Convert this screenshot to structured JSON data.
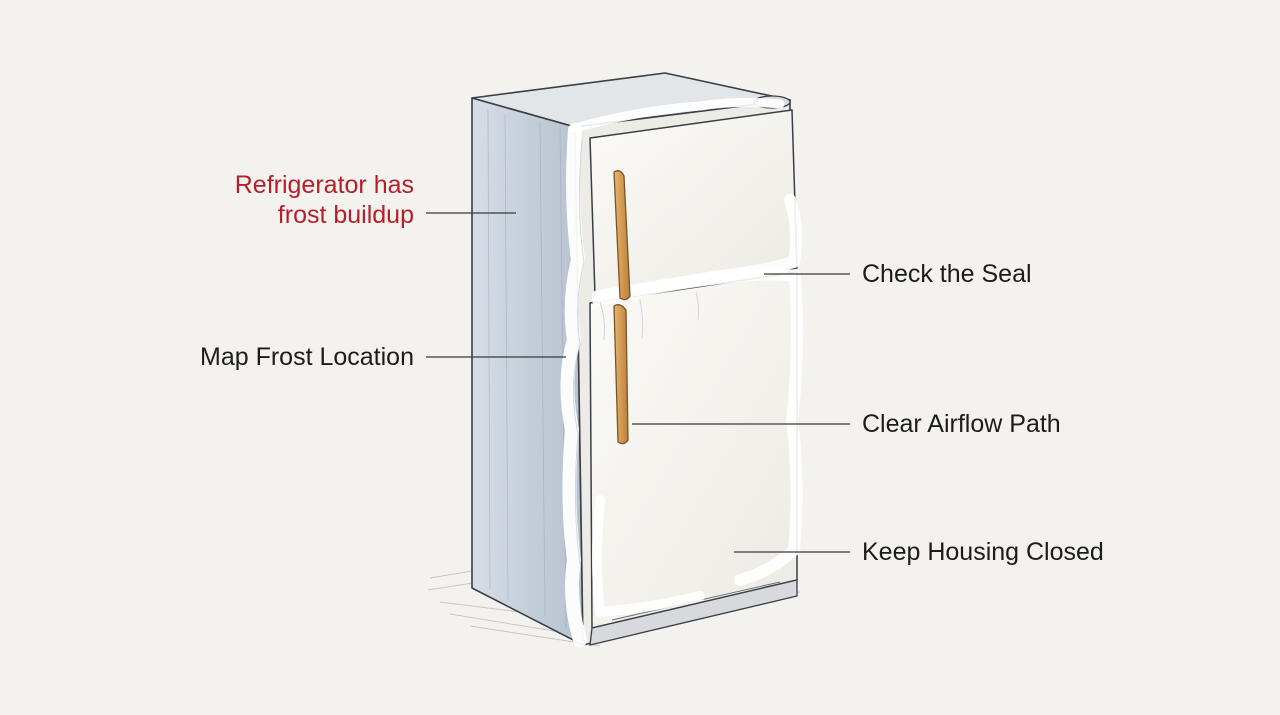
{
  "diagram": {
    "problem": {
      "lines": [
        "Refrigerator has",
        "frost buildup"
      ],
      "color": "#b3202a"
    },
    "callouts": [
      {
        "id": "check-seal",
        "text": "Check the Seal"
      },
      {
        "id": "map-frost",
        "text": "Map Frost Location"
      },
      {
        "id": "clear-airflow",
        "text": "Clear Airflow Path"
      },
      {
        "id": "keep-housing",
        "text": "Keep Housing Closed"
      }
    ],
    "colors": {
      "background": "#f3f2ee",
      "body_side": "#c9d3de",
      "door_face": "#f7f6f1",
      "handle": "#d9a15a",
      "frost": "#ffffff",
      "outline": "#3a3f47",
      "problem_text": "#b3202a",
      "callout_text": "#1c1c1c"
    },
    "icons": [
      "refrigerator-illustration",
      "frost-edge",
      "door-handle",
      "hinge"
    ]
  }
}
